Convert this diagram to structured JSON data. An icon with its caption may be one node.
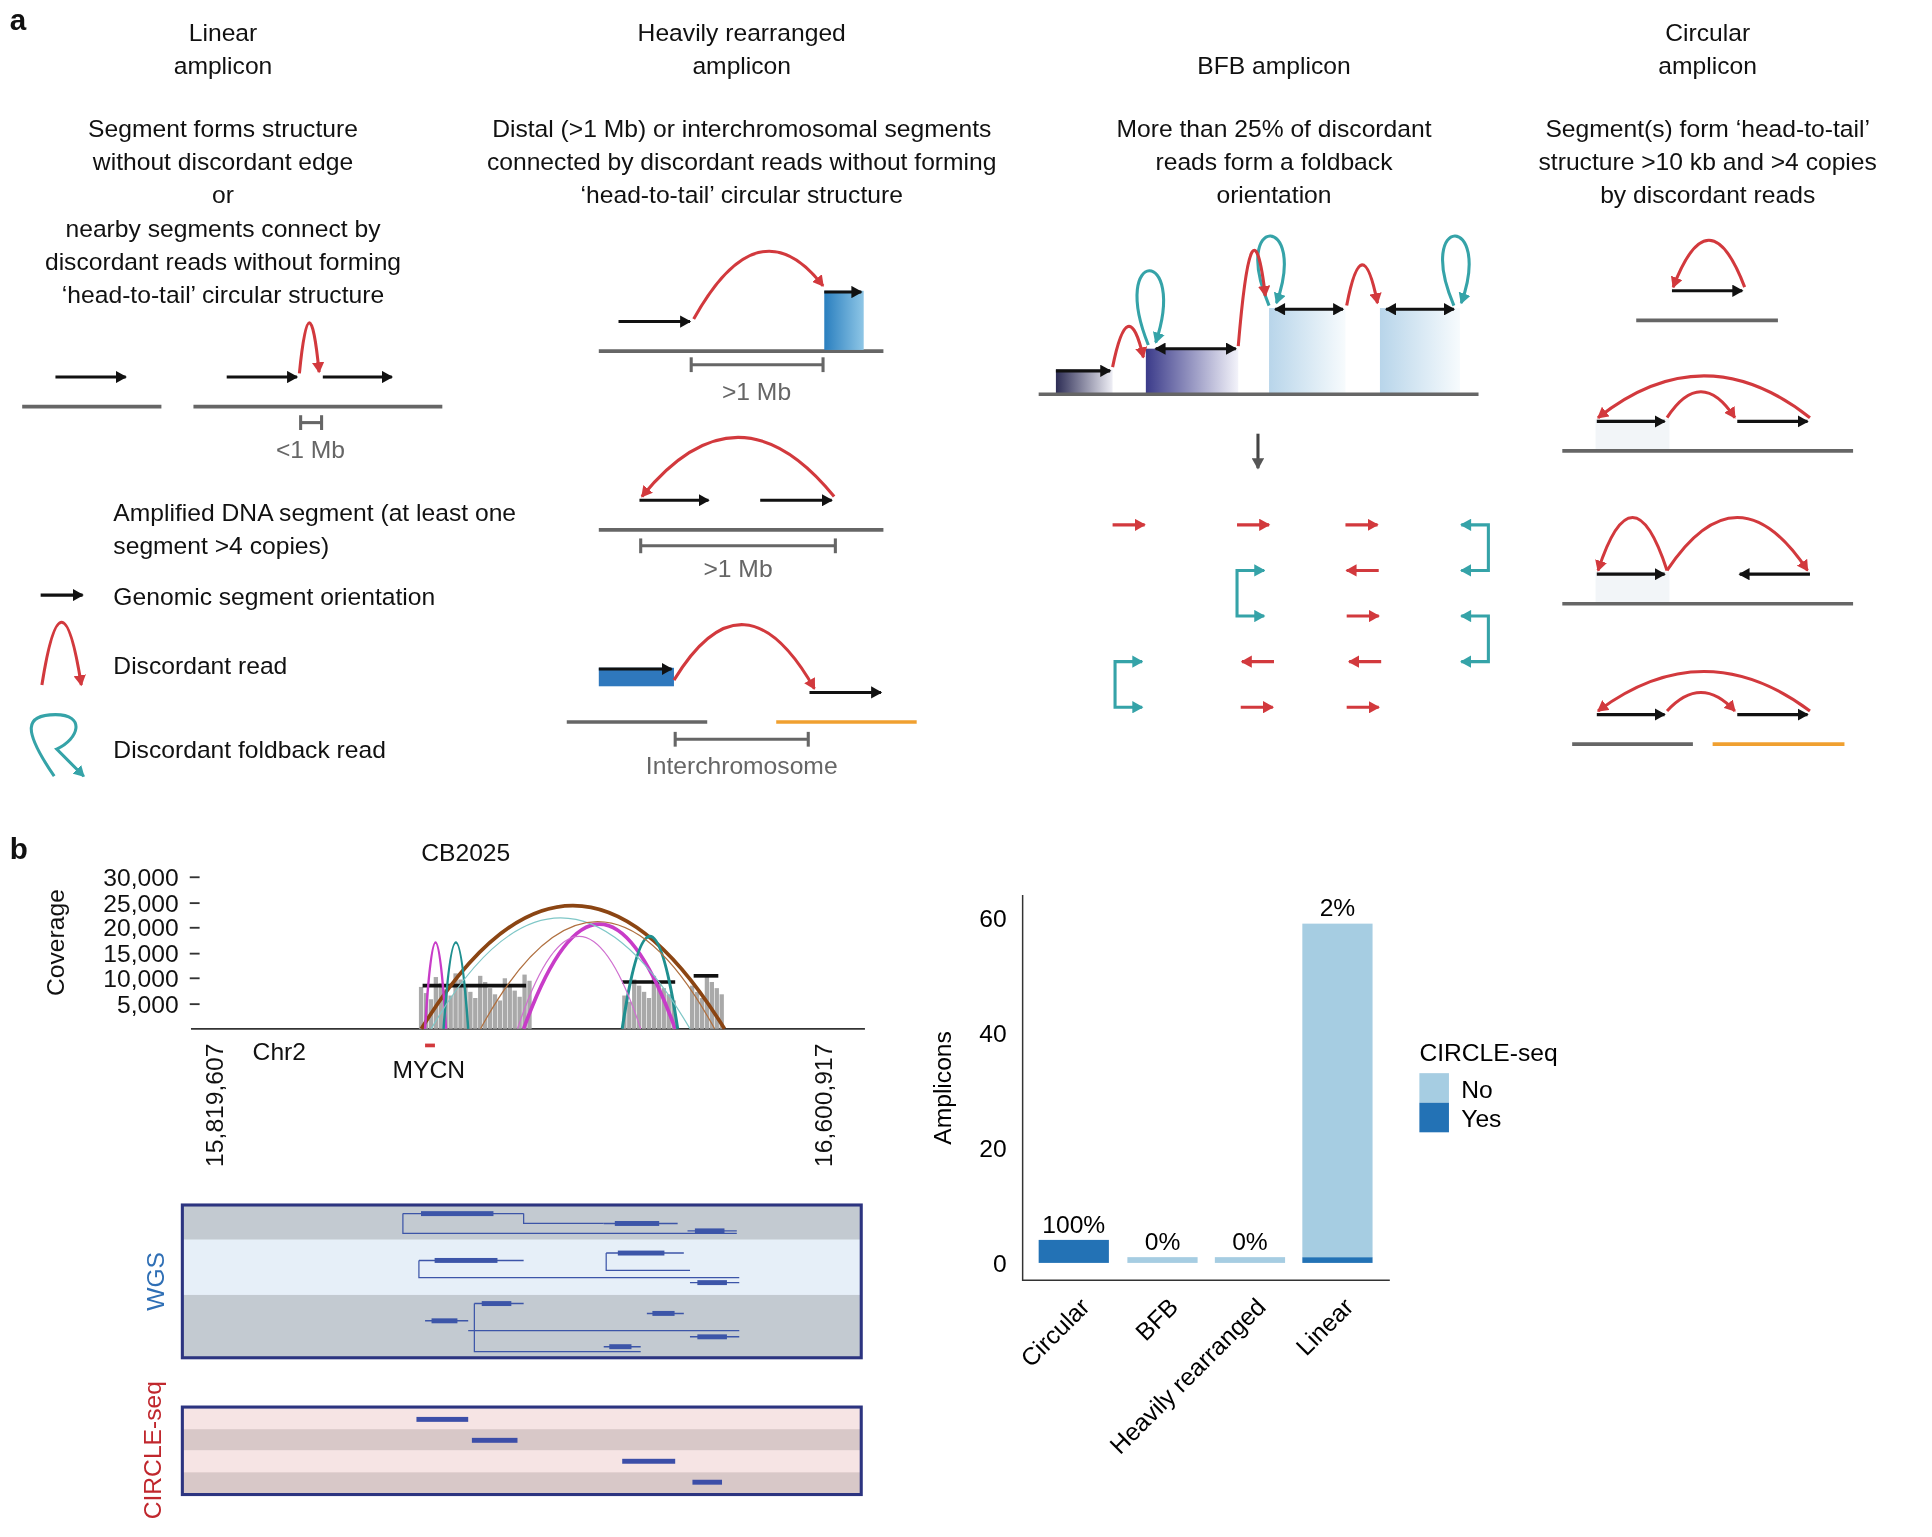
{
  "diagram": {
    "labels": [
      "a",
      "Linear amplicon",
      "Heavily rearranged amplicon",
      "BFB amplicon",
      "Circular amplicon",
      "Segment forms structure without discordant edge",
      "or",
      "nearby segments connect by discordant reads without forming ‘head-to-tail’ circular structure",
      "Distal (>1 Mb) or interchromosomal segments connected by discordant reads without forming ‘head-to-tail’ circular structure",
      "More than 25% of discordant reads form a foldback orientation",
      "Segment(s) form ‘head-to-tail’ structure >10 kb and >4 copies by discordant reads",
      "<1 Mb",
      ">1 Mb",
      ">1 Mb",
      "Interchromosome",
      "b",
      "CB2025",
      "Coverage",
      "30,000",
      "25,000",
      "20,000",
      "15,000",
      "10,000",
      "5,000",
      "15,819,607",
      "Chr2",
      "MYCN",
      "16,600,917",
      "WGS",
      "CIRCLE-seq"
    ],
    "legend": [
      {
        "text": "Amplified DNA segment (at least one segment >4 copies)"
      },
      {
        "text": "Genomic segment orientation"
      },
      {
        "text": "Discordant read"
      },
      {
        "text": "Discordant foldback read"
      }
    ],
    "chart_data": {
      "type": "bar",
      "ylabel": "Amplicons",
      "categories": [
        "Circular",
        "BFB",
        "Heavily rearranged",
        "Linear"
      ],
      "stacked": true,
      "yticks": [
        0,
        20,
        40,
        60
      ],
      "ylim": [
        -3,
        64
      ],
      "legend": {
        "title": "CIRCLE-seq"
      },
      "series": [
        {
          "name": "Yes",
          "color": "#2372b5",
          "values": [
            4,
            0,
            0,
            1
          ]
        },
        {
          "name": "No",
          "color": "#a6cde2",
          "values": [
            0,
            1,
            1,
            58
          ]
        }
      ],
      "annotations": [
        "100%",
        "0%",
        "0%",
        "2%"
      ]
    }
  }
}
